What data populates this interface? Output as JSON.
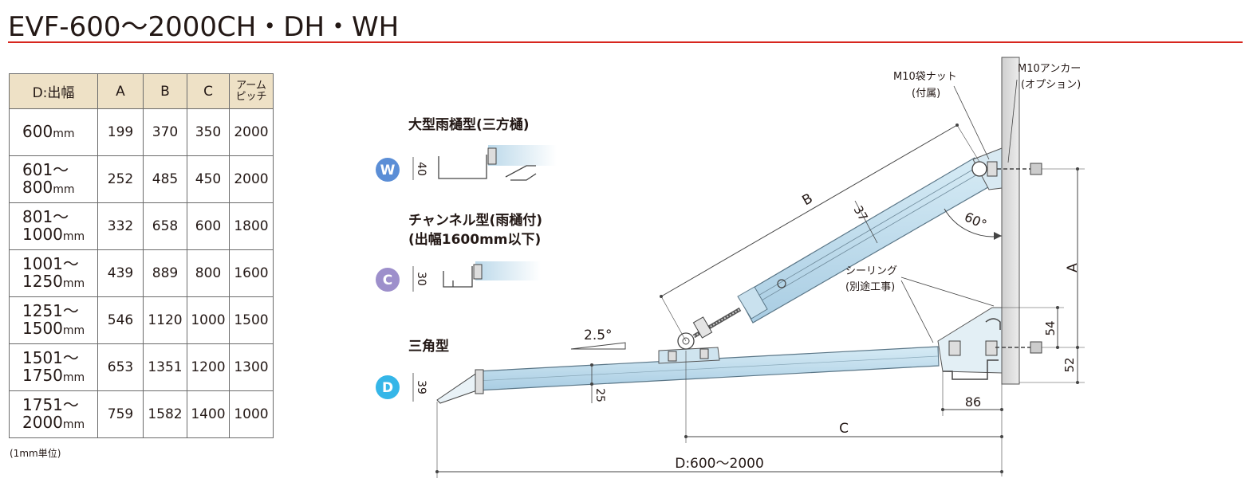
{
  "title": "EVF-600～2000CH・DH・WH",
  "table": {
    "headers": {
      "d": "D:出幅",
      "a": "A",
      "b": "B",
      "c": "C",
      "pitch_line1": "アーム",
      "pitch_line2": "ピッチ"
    },
    "rows": [
      {
        "d_line1": "600",
        "d_line2": "",
        "unit": "mm",
        "a": "199",
        "b": "370",
        "c": "350",
        "pitch": "2000"
      },
      {
        "d_line1": "601～",
        "d_line2": "800",
        "unit": "mm",
        "a": "252",
        "b": "485",
        "c": "450",
        "pitch": "2000"
      },
      {
        "d_line1": "801～",
        "d_line2": "1000",
        "unit": "mm",
        "a": "332",
        "b": "658",
        "c": "600",
        "pitch": "1800"
      },
      {
        "d_line1": "1001～",
        "d_line2": "1250",
        "unit": "mm",
        "a": "439",
        "b": "889",
        "c": "800",
        "pitch": "1600"
      },
      {
        "d_line1": "1251～",
        "d_line2": "1500",
        "unit": "mm",
        "a": "546",
        "b": "1120",
        "c": "1000",
        "pitch": "1500"
      },
      {
        "d_line1": "1501～",
        "d_line2": "1750",
        "unit": "mm",
        "a": "653",
        "b": "1351",
        "c": "1200",
        "pitch": "1300"
      },
      {
        "d_line1": "1751～",
        "d_line2": "2000",
        "unit": "mm",
        "a": "759",
        "b": "1582",
        "c": "1400",
        "pitch": "1000"
      }
    ],
    "unit_note": "(1mm単位)"
  },
  "types": {
    "w": {
      "badge": "W",
      "name": "大型雨樋型(三方樋)",
      "dim": "40",
      "color": "#5b8ed6"
    },
    "c": {
      "badge": "C",
      "name_line1": "チャンネル型(雨樋付)",
      "name_line2": "(出幅1600mm以下)",
      "dim": "30",
      "color": "#9d8fcb"
    },
    "d": {
      "badge": "D",
      "name": "三角型",
      "dim": "39",
      "color": "#35b6e8"
    }
  },
  "diagram": {
    "nut_label_line1": "M10袋ナット",
    "nut_label_line2": "(付属)",
    "anchor_label_line1": "M10アンカー",
    "anchor_label_line2": "(オプション)",
    "sealing_line1": "シーリング",
    "sealing_line2": "(別途工事)",
    "dim_b": "B",
    "dim_37": "37",
    "angle_60": "60°",
    "dim_a": "A",
    "dim_54": "54",
    "dim_52": "52",
    "dim_86": "86",
    "dim_c": "C",
    "dim_d": "D:600～2000",
    "slope": "2.5°",
    "dim_25": "25"
  },
  "colors": {
    "accent_rule": "#d7261e",
    "table_header": "#eee1c6",
    "member_fill": "#bcd9ea",
    "wall_fill": "#e0e0e0"
  }
}
